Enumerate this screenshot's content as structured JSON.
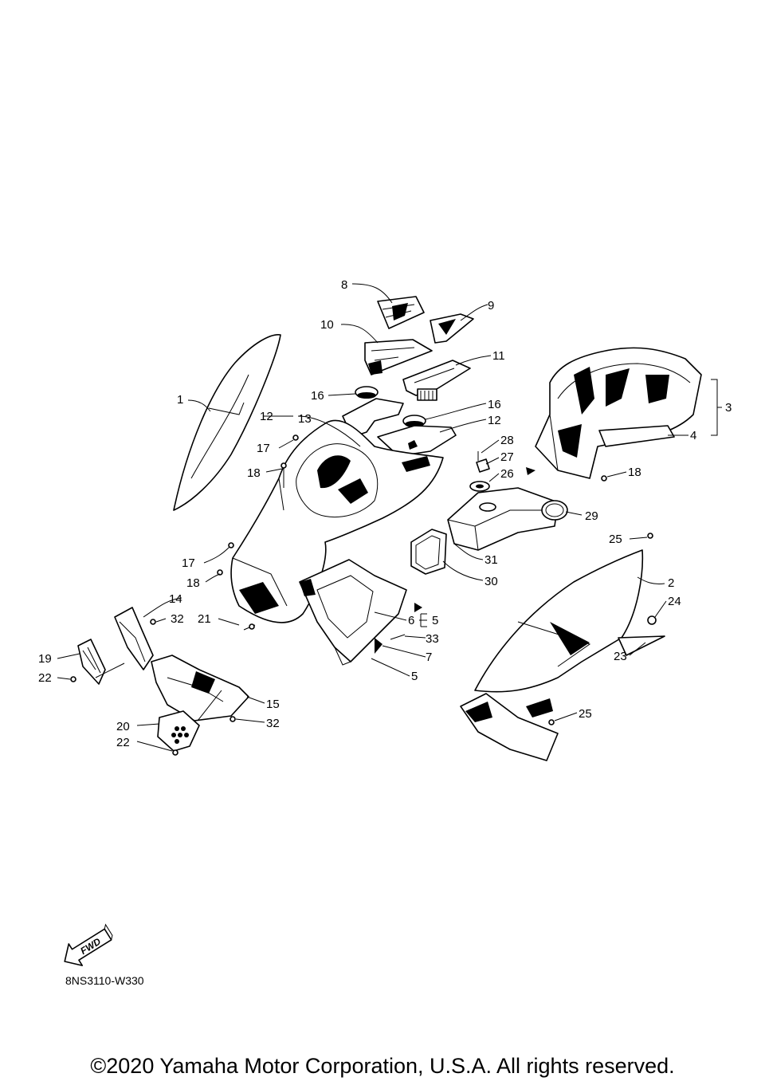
{
  "diagram": {
    "code": "8NS3110-W330",
    "fwd_label": "FWD",
    "callouts": {
      "c1": "1",
      "c2": "2",
      "c3": "3",
      "c4": "4",
      "c5a": "5",
      "c5b": "5",
      "c6": "6",
      "c7": "7",
      "c8": "8",
      "c9": "9",
      "c10": "10",
      "c11": "11",
      "c12a": "12",
      "c12b": "12",
      "c13": "13",
      "c14": "14",
      "c15": "15",
      "c16a": "16",
      "c16b": "16",
      "c17a": "17",
      "c17b": "17",
      "c18a": "18",
      "c18b": "18",
      "c18c": "18",
      "c19": "19",
      "c20": "20",
      "c21": "21",
      "c22a": "22",
      "c22b": "22",
      "c23": "23",
      "c24": "24",
      "c25a": "25",
      "c25b": "25",
      "c26": "26",
      "c27": "27",
      "c28": "28",
      "c29": "29",
      "c30": "30",
      "c31": "31",
      "c32a": "32",
      "c32b": "32",
      "c33": "33"
    }
  },
  "footer": {
    "copyright": "©2020 Yamaha Motor Corporation, U.S.A. All rights reserved."
  }
}
